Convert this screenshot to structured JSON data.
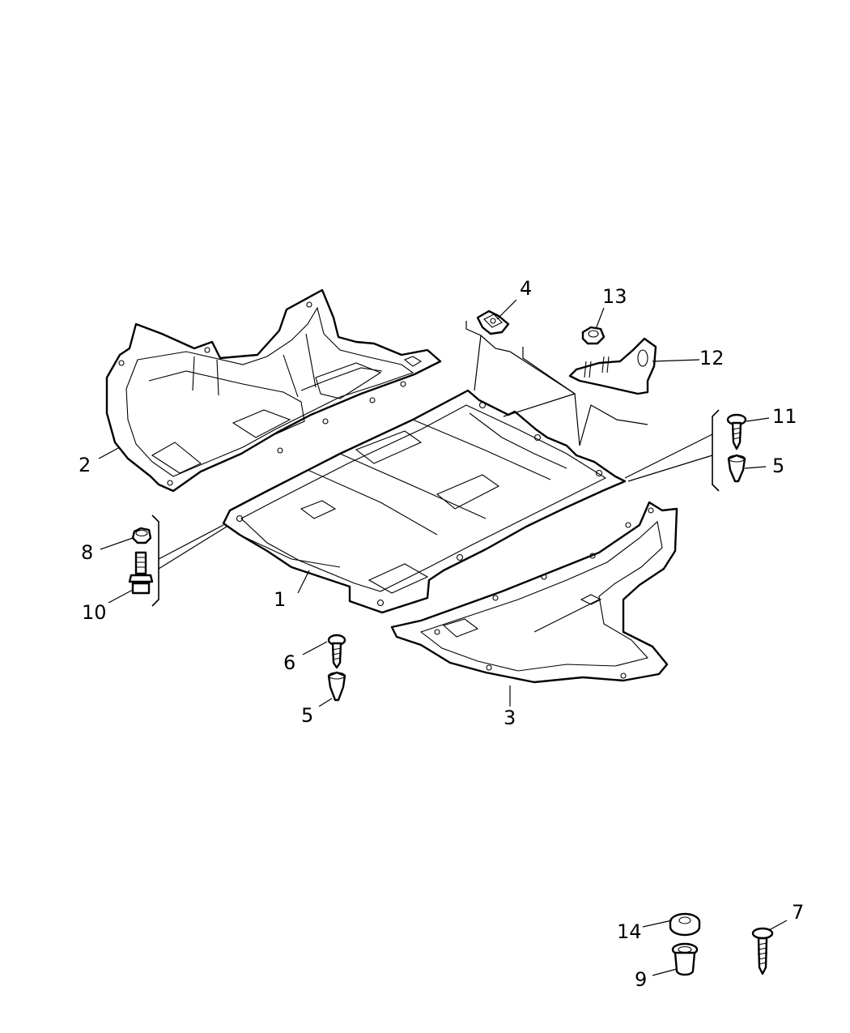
{
  "diagram": {
    "type": "exploded-parts-diagram",
    "colors": {
      "line": "#000000",
      "background": "#ffffff"
    },
    "callouts": {
      "c1": "1",
      "c2": "2",
      "c3": "3",
      "c4": "4",
      "c5a": "5",
      "c5b": "5",
      "c6": "6",
      "c7": "7",
      "c8": "8",
      "c9": "9",
      "c10": "10",
      "c11": "11",
      "c12": "12",
      "c13": "13",
      "c14": "14"
    }
  }
}
